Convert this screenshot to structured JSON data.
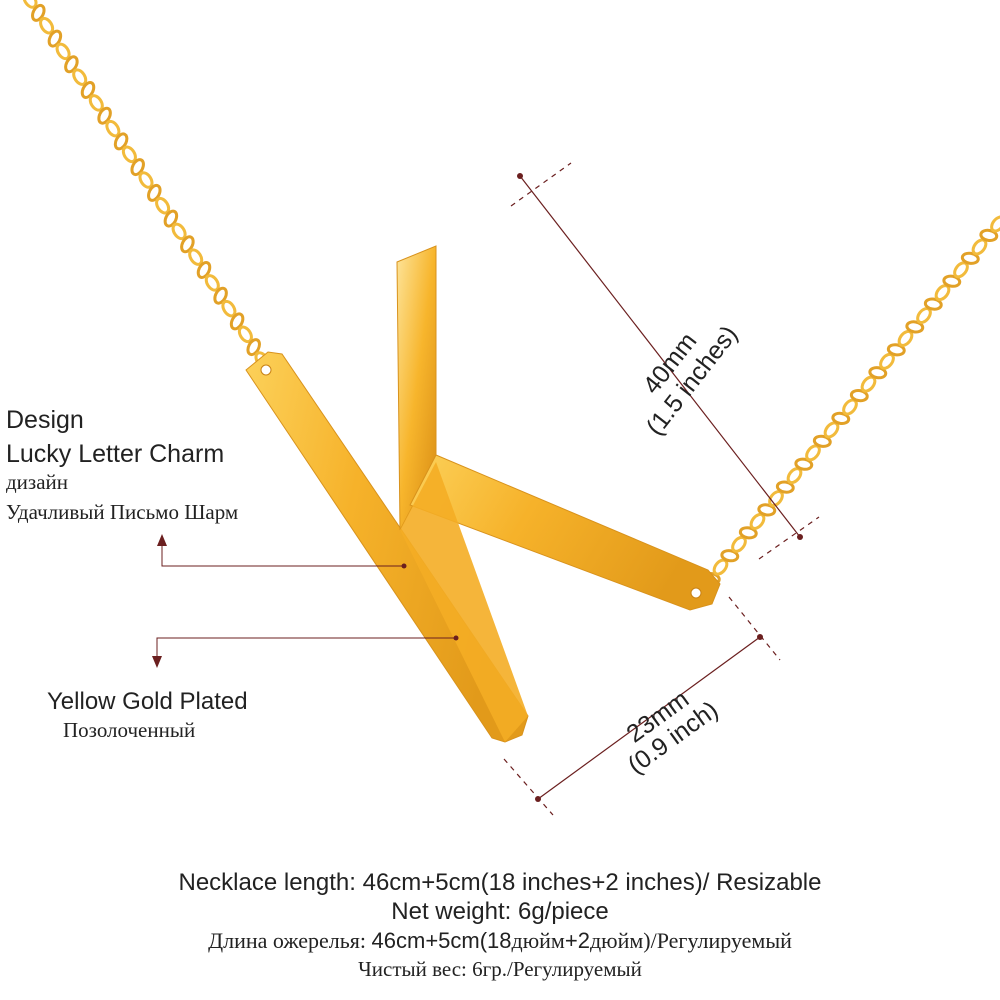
{
  "product": {
    "design_label_en": "Design",
    "design_value_en": "Lucky Letter Charm",
    "design_label_ru": "дизайн",
    "design_value_ru": "Удачливый Письмо Шарм",
    "plating_en": "Yellow Gold Plated",
    "plating_ru": "Позолоченный"
  },
  "dimensions": {
    "height_mm": "40mm",
    "height_in": "(1.5 inches)",
    "width_mm": "23mm",
    "width_in": "(0.9 inch)"
  },
  "specs": {
    "length_label_en": "Necklace length: ",
    "length_value_en": "46cm+5cm(18 inches+2 inches)/ Resizable",
    "weight_en": "Net weight: 6g/piece",
    "length_label_ru": "Длина ожерелья: ",
    "length_value_ru_a": "46cm+5cm(18",
    "length_value_ru_b": "дюйм",
    "length_value_ru_c": "+2",
    "length_value_ru_d": "дюйм",
    "length_value_ru_e": ")/Регулируемый",
    "weight_ru": "Чистый вес: 6гр./Регулируемый"
  },
  "colors": {
    "gold_light": "#fde083",
    "gold_mid": "#f5b62e",
    "gold_dark": "#c97d10",
    "dimension_line": "#6b1f1f",
    "text": "#222222"
  }
}
